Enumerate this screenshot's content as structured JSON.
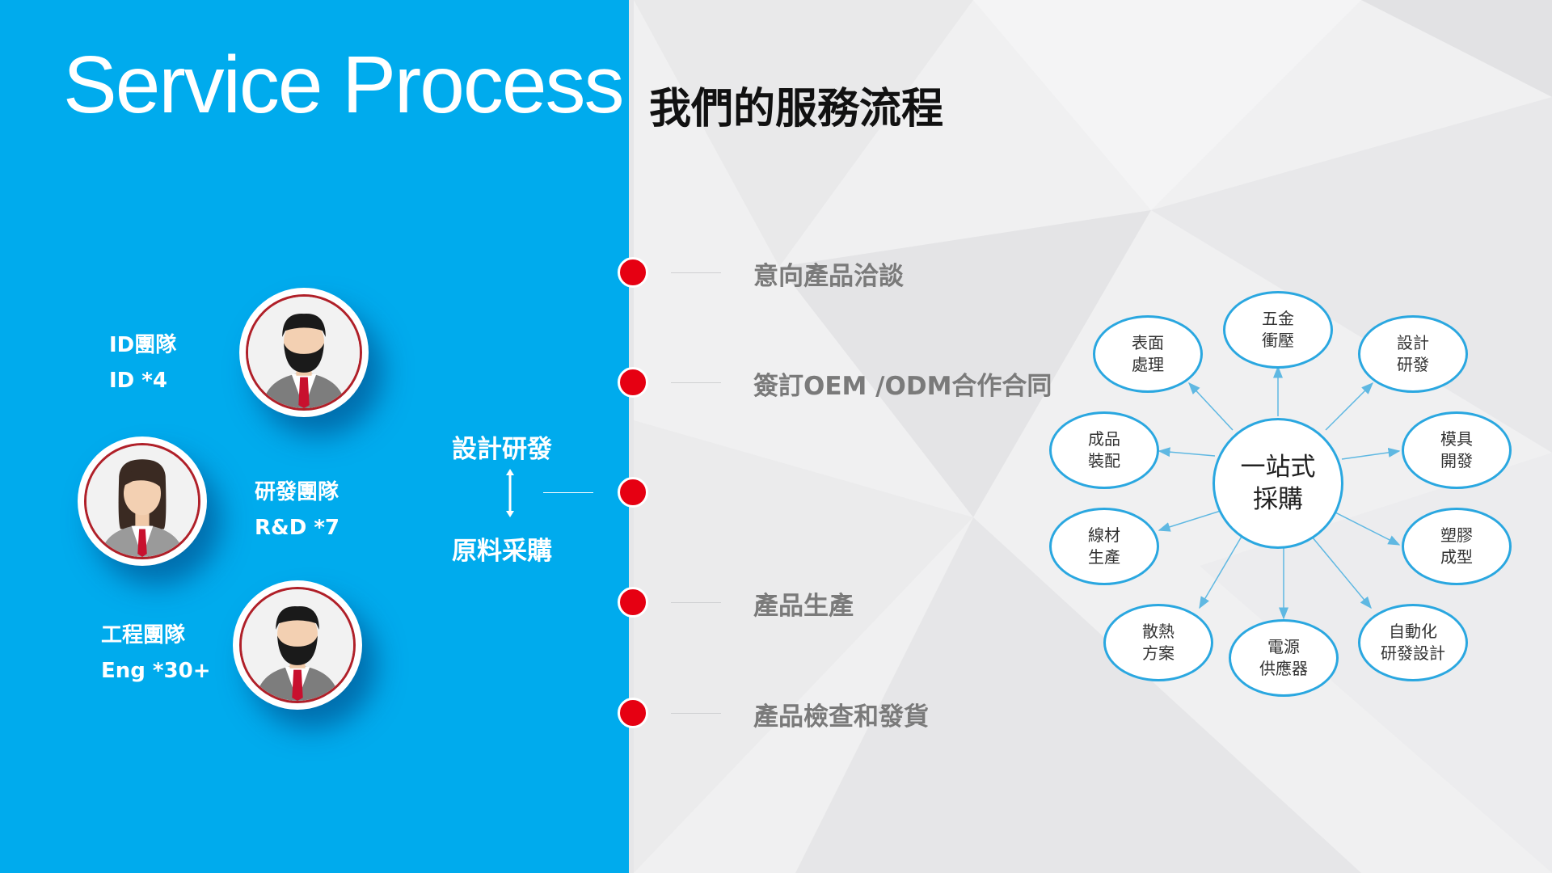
{
  "title": {
    "english": "Service Process",
    "chinese": "我們的服務流程"
  },
  "teams": [
    {
      "name": "ID團隊",
      "count": "ID *4"
    },
    {
      "name": "研發團隊",
      "count": "R&D *7"
    },
    {
      "name": "工程團隊",
      "count": "Eng *30+"
    }
  ],
  "center": {
    "top": "設計研發",
    "bottom": "原料采購"
  },
  "steps": [
    {
      "label": "意向產品洽談"
    },
    {
      "label": "簽訂OEM /ODM合作合同"
    },
    {
      "label": "產品生產"
    },
    {
      "label": "產品檢查和發貨"
    }
  ],
  "hub": {
    "line1": "一站式",
    "line2": "採購"
  },
  "nodes": [
    {
      "line1": "五金",
      "line2": "衝壓"
    },
    {
      "line1": "設計",
      "line2": "研發"
    },
    {
      "line1": "模具",
      "line2": "開發"
    },
    {
      "line1": "塑膠",
      "line2": "成型"
    },
    {
      "line1": "自動化",
      "line2": "研發設計"
    },
    {
      "line1": "電源",
      "line2": "供應器"
    },
    {
      "line1": "散熱",
      "line2": "方案"
    },
    {
      "line1": "線材",
      "line2": "生產"
    },
    {
      "line1": "成品",
      "line2": "裝配"
    },
    {
      "line1": "表面",
      "line2": "處理"
    }
  ],
  "colors": {
    "panel": "#00abed",
    "dot": "#e60012",
    "ring": "#2aa7e0",
    "tie": "#c8102e"
  }
}
